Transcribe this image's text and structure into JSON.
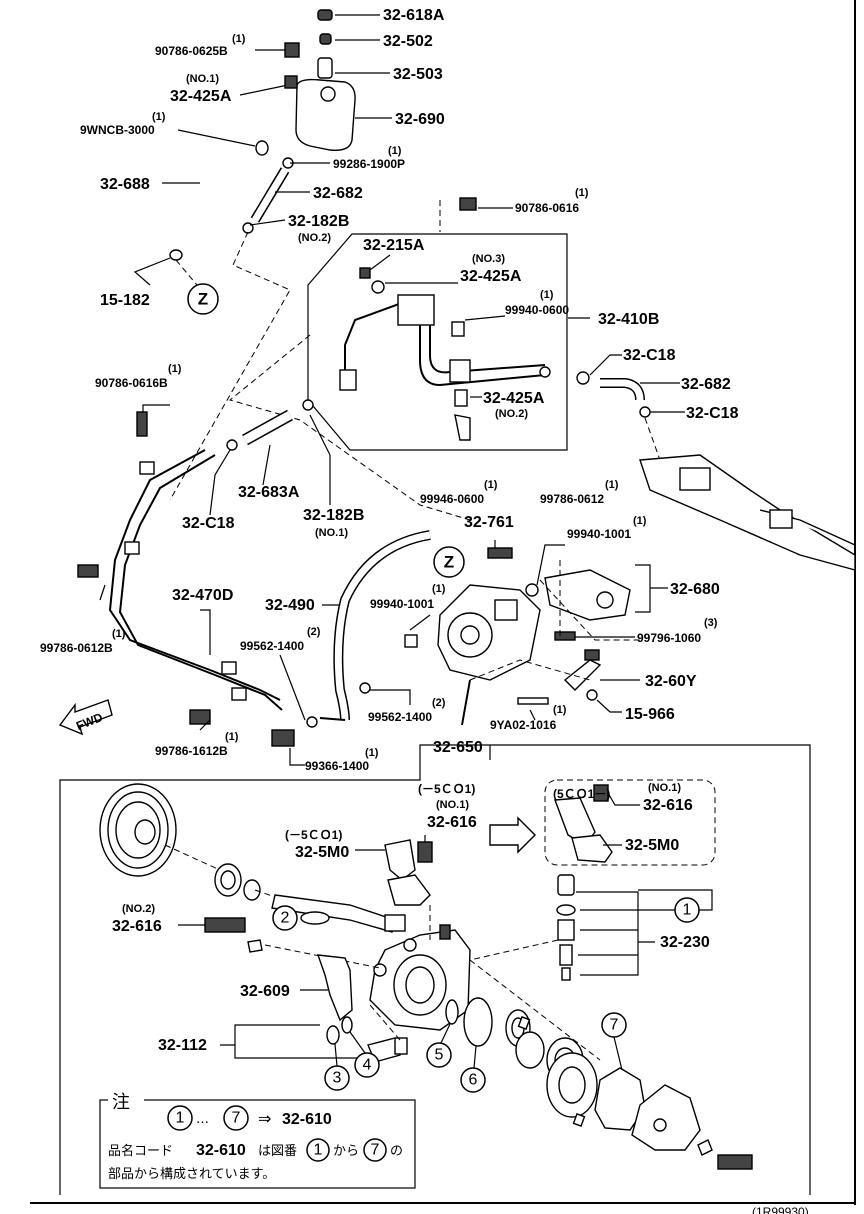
{
  "labels": {
    "p32_618A": "32-618A",
    "p32_502": "32-502",
    "p32_503": "32-503",
    "p90786_0625B": "90786-0625B",
    "q90786_0625B": "(1)",
    "no1_a": "(NO.1)",
    "p32_425A_top": "32-425A",
    "p32_690": "32-690",
    "p9WNCB_3000": "9WNCB-3000",
    "q9WNCB_3000": "(1)",
    "p99286_1900P": "99286-1900P",
    "q99286_1900P": "(1)",
    "p32_688": "32-688",
    "p32_682_a": "32-682",
    "p32_182B_a": "32-182B",
    "no2_a": "(NO.2)",
    "p15_182": "15-182",
    "z1": "Z",
    "p90786_0616": "90786-0616",
    "q90786_0616": "(1)",
    "p32_215A": "32-215A",
    "no3": "(NO.3)",
    "p32_425A_b": "32-425A",
    "p99940_0600": "99940-0600",
    "q99940_0600": "(1)",
    "p32_410B": "32-410B",
    "p32_C18_a": "32-C18",
    "p32_682_b": "32-682",
    "p32_C18_b": "32-C18",
    "p32_425A_c": "32-425A",
    "no2_b": "(NO.2)",
    "p90786_0616B": "90786-0616B",
    "q90786_0616B": "(1)",
    "p99946_0600": "99946-0600",
    "q99946_0600": "(1)",
    "p99786_0612": "99786-0612",
    "q99786_0612": "(1)",
    "p32_683A": "32-683A",
    "p32_C18_c": "32-C18",
    "p32_182B_b": "32-182B",
    "no1_b": "(NO.1)",
    "p32_761": "32-761",
    "p99940_1001_a": "99940-1001",
    "q99940_1001_a": "(1)",
    "z2": "Z",
    "p32_680": "32-680",
    "p32_470D": "32-470D",
    "p32_490": "32-490",
    "p99940_1001_b": "99940-1001",
    "q99940_1001_b": "(1)",
    "p99796_1060": "99796-1060",
    "q99796_1060": "(3)",
    "p99562_1400_a": "99562-1400",
    "q99562_1400_a": "(2)",
    "p32_60Y": "32-60Y",
    "p99786_0612B": "99786-0612B",
    "q99786_0612B": "(1)",
    "p99562_1400_b": "99562-1400",
    "q99562_1400_b": "(2)",
    "p9YA02_1016": "9YA02-1016",
    "q9YA02_1016": "(1)",
    "p15_966": "15-966",
    "fwd": "FWD",
    "p99786_1612B": "99786-1612B",
    "q99786_1612B": "(1)",
    "p99366_1400": "99366-1400",
    "q99366_1400": "(1)",
    "p32_650": "32-650",
    "sc01_dash": "(－5ＣＯ1)",
    "no1_c": "(NO.1)",
    "p32_616_a": "32-616",
    "sc01_dash2": "(－5ＣＯ1)",
    "p32_5M0_a": "32-5M0",
    "sc01_box": "(5ＣＯ1－)",
    "no1_d": "(NO.1)",
    "p32_616_b": "32-616",
    "p32_5M0_b": "32-5M0",
    "no2_c": "(NO.2)",
    "p32_616_c": "32-616",
    "p32_230": "32-230",
    "p32_609": "32-609",
    "p32_112": "32-112",
    "c1": "1",
    "c2": "2",
    "c3": "3",
    "c4": "4",
    "c5": "5",
    "c6": "6",
    "c7": "7",
    "note_title": "注",
    "note_c1": "1",
    "note_dots": "…",
    "note_c7": "7",
    "note_arrow": "⇒",
    "note_p32_610": "32-610",
    "note_line2a": "品名コード",
    "note_line2b": "32-610",
    "note_line2c": "は図番",
    "note_line2_c1": "1",
    "note_line2d": "から",
    "note_line2_c7": "7",
    "note_line2e": "の",
    "note_line3": "部品から構成されています。",
    "footer": "(1R99930)"
  }
}
